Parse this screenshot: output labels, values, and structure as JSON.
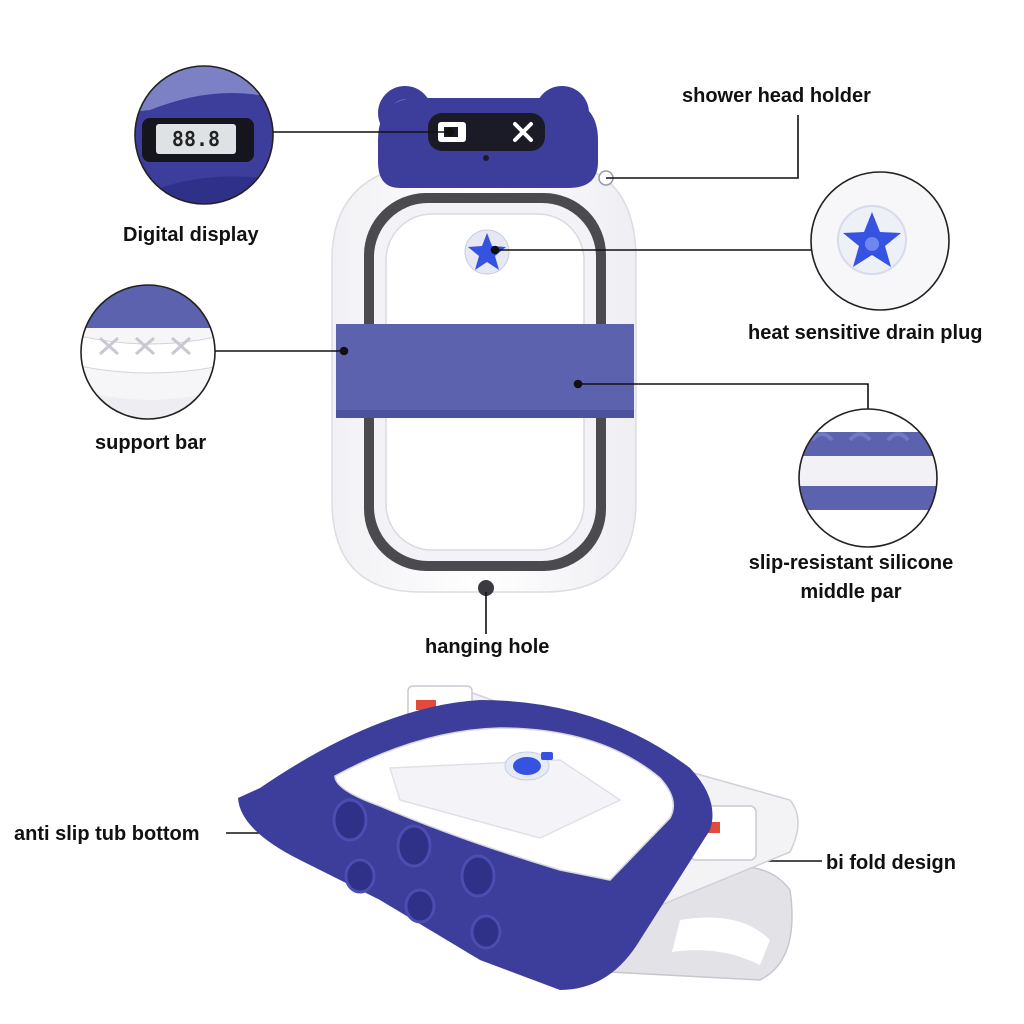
{
  "labels": {
    "shower_head_holder": "shower head holder",
    "digital_display": "Digital display",
    "heat_sensitive_drain_plug": "heat sensitive drain plug",
    "support_bar": "support bar",
    "slip_resistant_line1": "slip-resistant silicone",
    "slip_resistant_line2": "middle par",
    "hanging_hole": "hanging hole",
    "anti_slip_tub_bottom": "anti slip tub bottom",
    "bi_fold_design": "bi fold design"
  },
  "display_reading": "88.8",
  "colors": {
    "tub_blue": "#3d3e9c",
    "band_blue": "#5c62ae",
    "drain_blue": "#3553e0",
    "tub_white": "#ffffff",
    "rim_gray": "#4b4b4f",
    "inner_gray": "#e9e9ee",
    "line": "#111111",
    "red_mark": "#e24a3a"
  },
  "icons": {
    "drain_plug": "star-drain-plug-icon",
    "display": "thermometer-display-icon",
    "bear_face": "bear-ears-icon"
  }
}
